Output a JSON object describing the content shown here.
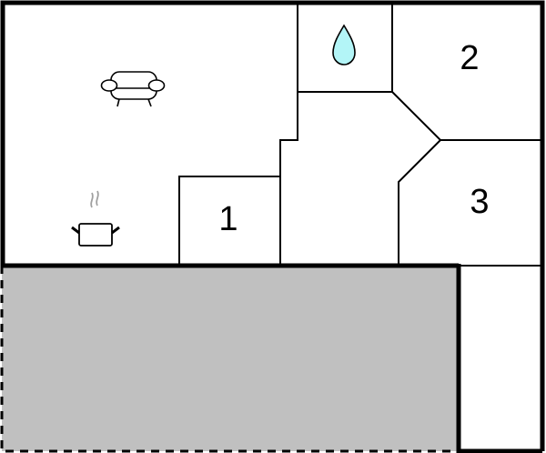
{
  "floorplan": {
    "rooms": [
      {
        "id": "bedroom-1",
        "label": "1"
      },
      {
        "id": "bedroom-2",
        "label": "2"
      },
      {
        "id": "bedroom-3",
        "label": "3"
      }
    ],
    "icons": {
      "living": "sofa-icon",
      "kitchen": "cooking-pot-icon",
      "bathroom": "water-drop-icon"
    },
    "areas": {
      "terrace": "outdoor-terrace-shaded",
      "corridor": "hallway"
    },
    "colors": {
      "wall": "#000000",
      "floor": "#ffffff",
      "terrace": "#c0c0c0",
      "water_drop": "#b3f5f7",
      "steam": "#a0a0a0"
    }
  }
}
